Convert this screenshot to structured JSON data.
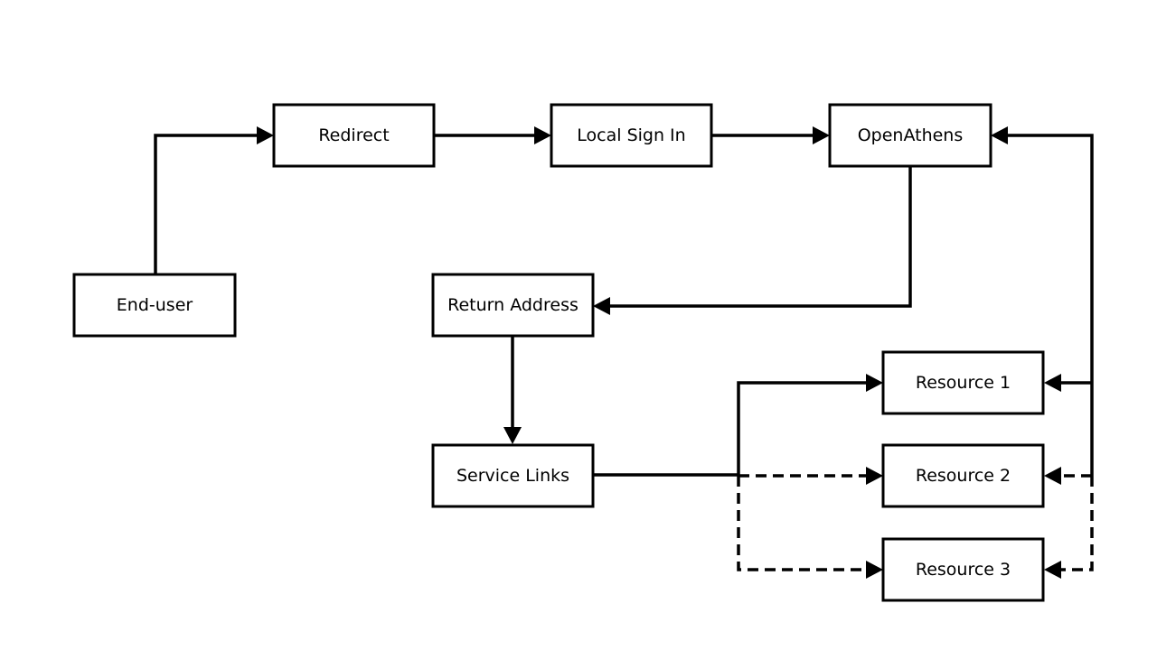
{
  "diagram": {
    "nodes": {
      "end_user": "End-user",
      "redirect": "Redirect",
      "local_sign_in": "Local Sign In",
      "openathens": "OpenAthens",
      "return_address": "Return Address",
      "service_links": "Service Links",
      "resource_1": "Resource 1",
      "resource_2": "Resource 2",
      "resource_3": "Resource 3"
    },
    "edges": [
      {
        "from": "end_user",
        "to": "redirect",
        "style": "solid"
      },
      {
        "from": "redirect",
        "to": "local_sign_in",
        "style": "solid"
      },
      {
        "from": "local_sign_in",
        "to": "openathens",
        "style": "solid"
      },
      {
        "from": "openathens",
        "to": "return_address",
        "style": "solid"
      },
      {
        "from": "return_address",
        "to": "service_links",
        "style": "solid"
      },
      {
        "from": "service_links",
        "to": "resource_1",
        "style": "solid"
      },
      {
        "from": "service_links",
        "to": "resource_2",
        "style": "dashed"
      },
      {
        "from": "service_links",
        "to": "resource_3",
        "style": "dashed"
      },
      {
        "from": "resource_1",
        "to": "openathens",
        "style": "solid"
      },
      {
        "from": "resource_2",
        "to": "openathens",
        "style": "dashed"
      },
      {
        "from": "resource_3",
        "to": "openathens",
        "style": "dashed"
      }
    ],
    "colors": {
      "stroke": "#000000",
      "fill": "#ffffff",
      "text": "#000000"
    }
  }
}
